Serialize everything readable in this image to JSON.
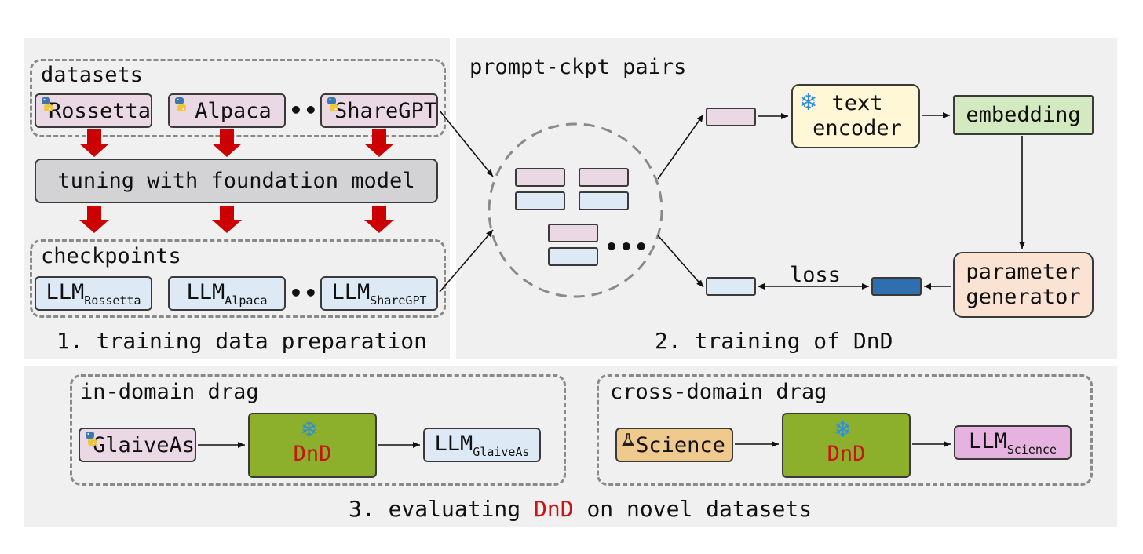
{
  "stage1": {
    "caption": "1. training data preparation",
    "datasets_label": "datasets",
    "datasets": [
      "Rossetta",
      "Alpaca",
      "ShareGPT"
    ],
    "tuning_label": "tuning with foundation model",
    "checkpoints_label": "checkpoints",
    "checkpoints": [
      {
        "base": "LLM",
        "sub": "Rossetta"
      },
      {
        "base": "LLM",
        "sub": "Alpaca"
      },
      {
        "base": "LLM",
        "sub": "ShareGPT"
      }
    ],
    "ellipsis": "•••"
  },
  "stage2": {
    "caption": "2. training of DnD",
    "pairs_label": "prompt-ckpt pairs",
    "text_encoder": "text\nencoder",
    "embedding": "embedding",
    "param_generator": "parameter\ngenerator",
    "loss": "loss",
    "ellipsis": "•••"
  },
  "stage3": {
    "caption_prefix": "3. evaluating ",
    "caption_highlight": "DnD",
    "caption_suffix": " on novel datasets",
    "in_domain": {
      "label": "in-domain drag",
      "input": "GlaiveAs",
      "model": "DnD",
      "output": {
        "base": "LLM",
        "sub": "GlaiveAs"
      }
    },
    "cross_domain": {
      "label": "cross-domain drag",
      "input": "Science",
      "model": "DnD",
      "output": {
        "base": "LLM",
        "sub": "Science"
      }
    }
  },
  "colors": {
    "panel": "#f0f0f0",
    "dataset": "#ead9e4",
    "checkpoint": "#dde9f5",
    "tuning": "#d3d3d5",
    "text_encoder": "#fff7d6",
    "embedding": "#d3eac0",
    "param_generator": "#fbe3d3",
    "generated": "#2f6fb0",
    "dnd_box": "#8cb02c",
    "dnd_text": "#c81414",
    "science": "#f0c98c",
    "llm_science": "#e6b2df",
    "red_arrow": "#cc0000",
    "snowflake": "#2f8de0"
  },
  "icons": [
    "python-icon",
    "snowflake-icon",
    "science-icon"
  ]
}
